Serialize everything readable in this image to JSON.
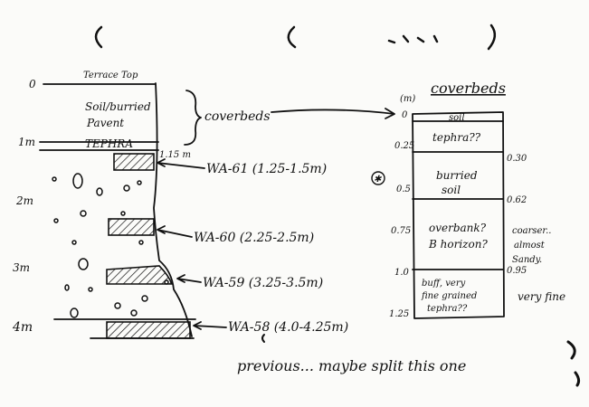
{
  "left_column": {
    "top_label": "Terrace Top",
    "unit_soil": [
      "Soil/burried",
      "Pavent"
    ],
    "tephra_label": "TEPHRA",
    "tephra_note": "1.15 m",
    "coverbeds_label": "coverbeds",
    "depth_labels": [
      "0",
      "1m",
      "2m",
      "3m",
      "4m"
    ],
    "samples": [
      {
        "label": "WA-61 (1.25-1.5m)"
      },
      {
        "label": "WA-60 (2.25-2.5m)"
      },
      {
        "label": "WA-59 (3.25-3.5m)"
      },
      {
        "label": "WA-58 (4.0-4.25m)"
      }
    ]
  },
  "right_column": {
    "title": "coverbeds",
    "unit": "(m)",
    "depth_labels": [
      "0",
      "0.25",
      "0.5",
      "0.75",
      "1.0",
      "1.25"
    ],
    "boundaries": [
      "0.30",
      "0.62",
      "0.95"
    ],
    "units": [
      {
        "lines": [
          "soil"
        ]
      },
      {
        "lines": [
          "tephra??"
        ]
      },
      {
        "lines": [
          "burried",
          "soil"
        ]
      },
      {
        "lines": [
          "overbank?",
          "B horizon?"
        ]
      },
      {
        "lines": [
          "buff, very",
          "fine grained",
          "tephra??"
        ]
      }
    ],
    "side_notes": [
      "coarser..",
      "almost",
      "Sandy."
    ],
    "very_fine": "very fine",
    "star": "✱"
  },
  "footer_note": "previous... maybe split this one"
}
